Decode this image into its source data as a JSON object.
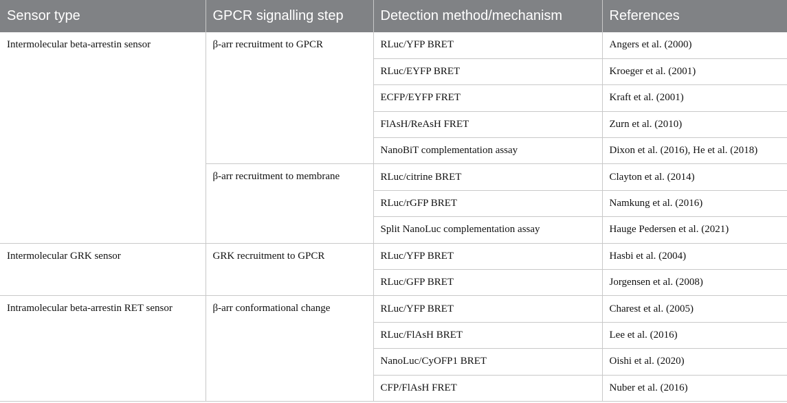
{
  "headers": [
    "Sensor type",
    "GPCR signalling step",
    "Detection method/mechanism",
    "References"
  ],
  "groups": [
    {
      "sensor_type": "Intermolecular beta-arrestin sensor",
      "steps": [
        {
          "step": "β-arr recruitment to GPCR",
          "rows": [
            {
              "method": "RLuc/YFP BRET",
              "reference": "Angers et al. (2000)"
            },
            {
              "method": "RLuc/EYFP BRET",
              "reference": "Kroeger et al. (2001)"
            },
            {
              "method": "ECFP/EYFP FRET",
              "reference": "Kraft et al. (2001)"
            },
            {
              "method": "FlAsH/ReAsH FRET",
              "reference": "Zurn et al. (2010)"
            },
            {
              "method": "NanoBiT complementation assay",
              "reference": "Dixon et al. (2016), He et al. (2018)"
            }
          ]
        },
        {
          "step": "β-arr recruitment to membrane",
          "rows": [
            {
              "method": "RLuc/citrine BRET",
              "reference": "Clayton et al. (2014)"
            },
            {
              "method": "RLuc/rGFP BRET",
              "reference": "Namkung et al. (2016)"
            },
            {
              "method": "Split NanoLuc complementation assay",
              "reference": "Hauge Pedersen et al. (2021)"
            }
          ]
        }
      ]
    },
    {
      "sensor_type": "Intermolecular GRK sensor",
      "steps": [
        {
          "step": "GRK recruitment to GPCR",
          "rows": [
            {
              "method": "RLuc/YFP BRET",
              "reference": "Hasbi et al. (2004)"
            },
            {
              "method": "RLuc/GFP BRET",
              "reference": "Jorgensen et al. (2008)"
            }
          ]
        }
      ]
    },
    {
      "sensor_type": "Intramolecular beta-arrestin RET sensor",
      "steps": [
        {
          "step": "β-arr conformational change",
          "rows": [
            {
              "method": "RLuc/YFP BRET",
              "reference": "Charest et al. (2005)"
            },
            {
              "method": "RLuc/FlAsH BRET",
              "reference": "Lee et al. (2016)"
            },
            {
              "method": "NanoLuc/CyOFP1 BRET",
              "reference": "Oishi et al. (2020)"
            },
            {
              "method": "CFP/FlAsH FRET",
              "reference": "Nuber et al. (2016)"
            }
          ]
        }
      ]
    }
  ]
}
